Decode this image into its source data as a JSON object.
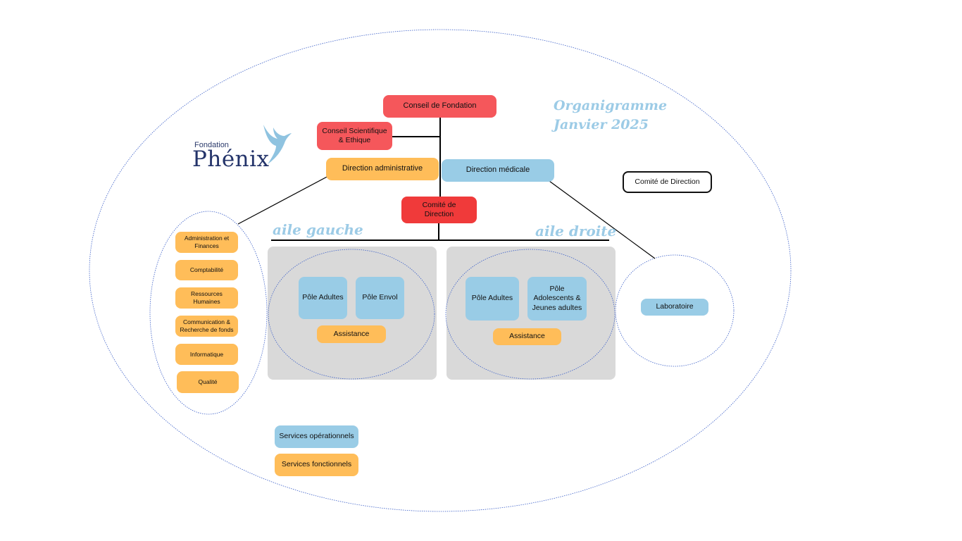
{
  "colors": {
    "red": "#f5575b",
    "red_strong": "#f03a3a",
    "orange": "#ffbd59",
    "blue": "#99cce6",
    "panel": "#d9d9d9",
    "ellipse_border": "#3b5fc8",
    "title": "#9ccbe6"
  },
  "logo": {
    "small": "Fondation",
    "big": "Phénix",
    "icon": "phoenix-bird-icon"
  },
  "title": {
    "line1": "Organigramme",
    "line2": "Janvier 2025"
  },
  "governance": {
    "conseil_fondation": "Conseil de Fondation",
    "conseil_scientifique": "Conseil Scientifique & Ethique",
    "direction_administrative": "Direction administrative",
    "direction_medicale": "Direction médicale",
    "comite_direction": "Comité de Direction"
  },
  "legend": {
    "comite_direction": "Comité de Direction",
    "services_operationnels": "Services opérationnels",
    "services_fonctionnels": "Services fonctionnels"
  },
  "wings": {
    "left_label": "aile gauche",
    "right_label": "aile droite",
    "left": {
      "pole1": "Pôle Adultes",
      "pole2": "Pôle Envol",
      "assistance": "Assistance"
    },
    "right": {
      "pole1": "Pôle Adultes",
      "pole2": "Pôle Adolescents & Jeunes adultes",
      "assistance": "Assistance"
    }
  },
  "admin_services": [
    "Administration et Finances",
    "Comptabilité",
    "Ressources Humaines",
    "Communication & Recherche de fonds",
    "Informatique",
    "Qualité"
  ],
  "laboratoire": "Laboratoire"
}
